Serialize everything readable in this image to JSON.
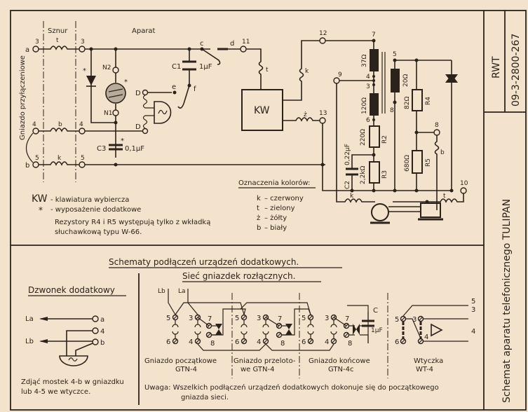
{
  "title_block": {
    "org": "RWT",
    "doc_number": "09-3-2800-267",
    "title": "Schemat aparatu telefonicznego TULIPAN"
  },
  "main_schematic": {
    "section_labels": {
      "cord": "Sznur",
      "apparatus": "Aparat",
      "socket": "Gniazdo przyłączeniowe"
    },
    "line_terminals": {
      "a": "a",
      "b": "b"
    },
    "terminal_numbers": [
      "3",
      "3",
      "4",
      "4",
      "5",
      "5",
      "11",
      "12",
      "13",
      "9",
      "7",
      "5",
      "4",
      "3",
      "6",
      "8",
      "8",
      "10"
    ],
    "wire_labels": {
      "t1": "t",
      "b1": "b",
      "k1": "k",
      "t2": "t",
      "k2": "k",
      "z": "ż",
      "b2": "b",
      "k3": "k",
      "t3": "t"
    },
    "components": {
      "neon_n2": "N2",
      "neon_n1": "N1",
      "c1": "C1",
      "c1_value": "1µF",
      "c3": "C3",
      "c3_value": "0,1µF",
      "c2": "C2",
      "c2_value": "0,22µF",
      "r2": "R2",
      "r2_value": "220Ω",
      "r3": "R3",
      "r3_value": "2,2kΩ",
      "r4": "R4",
      "r4_value": "82Ω",
      "r5": "R5",
      "r5_value": "680Ω",
      "coil_37": "37Ω",
      "coil_120": "120Ω",
      "coil_20": "20Ω",
      "keypad": "KW",
      "ringer_d": "D",
      "contacts": [
        "c",
        "d",
        "e",
        "f"
      ],
      "asterisk": "*"
    },
    "legend": {
      "kw": "KW",
      "kw_desc": "- klawiatura wybiercza",
      "star": "*",
      "star_desc": "- wyposażenie dodatkowe",
      "note_line1": "Rezystory R4 i R5 występują tylko z wkładką",
      "note_line2": "słuchawkową typu W-66."
    },
    "color_codes": {
      "title": "Oznaczenia kolorów:",
      "items": [
        {
          "code": "k",
          "name": "– czerwony"
        },
        {
          "code": "t",
          "name": "– zielony"
        },
        {
          "code": "ż",
          "name": "– żółty"
        },
        {
          "code": "b",
          "name": "– biały"
        }
      ]
    }
  },
  "lower": {
    "heading": "Schematy podłączeń urządzeń dodatkowych.",
    "subheading": "Sieć gniazdek rozłącznych.",
    "bell": {
      "title": "Dzwonek dodatkowy",
      "labels": [
        "La",
        "Lb",
        "a",
        "4",
        "b"
      ],
      "note_line1": "Zdjąć mostek 4-b w gniazdku",
      "note_line2": "lub 4-5 we wtyczce."
    },
    "sockets": [
      {
        "name_line1": "Gniazdo początkowe",
        "name_line2": "GTN-4",
        "pins": [
          "5",
          "6",
          "3",
          "4",
          "7",
          "8"
        ],
        "leads": [
          "Lb",
          "La"
        ]
      },
      {
        "name_line1": "Gniazdo przeloto-",
        "name_line2": "we GTN-4",
        "pins": [
          "5",
          "6",
          "3",
          "4",
          "7",
          "8"
        ]
      },
      {
        "name_line1": "Gniazdo końcowe",
        "name_line2": "GTN-4c",
        "pins": [
          "5",
          "6",
          "3",
          "4",
          "7",
          "8"
        ],
        "cap": "C",
        "cap_value": "1µF"
      },
      {
        "name_line1": "Wtyczka",
        "name_line2": "WT-4",
        "pins": [
          "5",
          "6",
          "3",
          "4"
        ],
        "outputs": [
          "5",
          "3",
          "4"
        ]
      }
    ],
    "note_line1": "Uwaga: Wszelkich podłączeń urządzeń dodatkowych dokonuje się do początkowego",
    "note_line2": "gniazda sieci."
  }
}
